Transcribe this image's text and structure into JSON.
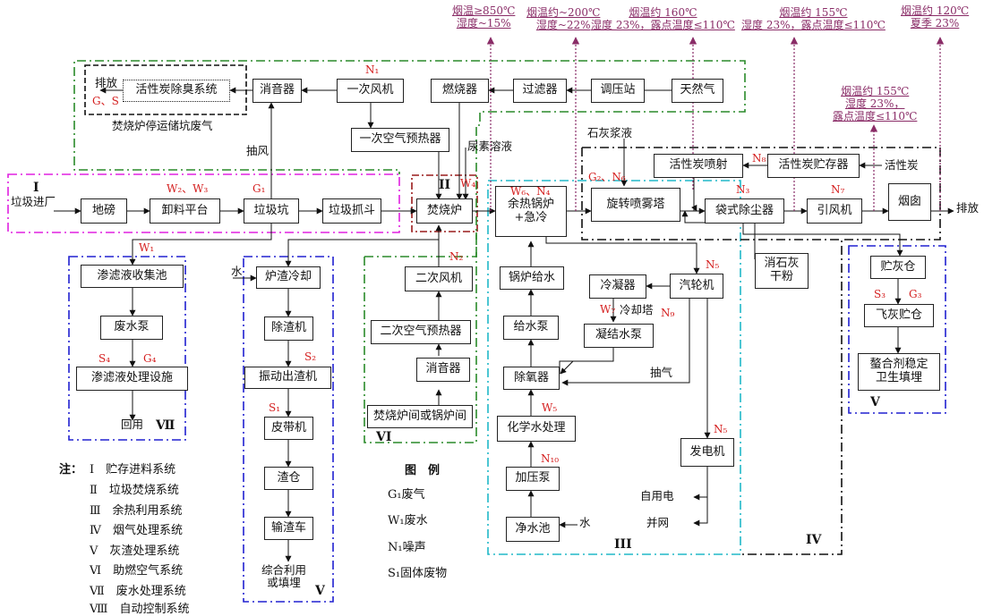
{
  "boxes": {
    "dibang": "地磅",
    "xieliao": "卸料平台",
    "lajikeng": "垃圾坑",
    "zhuadou": "垃圾抓斗",
    "fenshaolu": "焚烧炉",
    "yure": "余热锅炉\n+急冷",
    "xuanzhuan": "旋转喷雾塔",
    "daishi": "袋式除尘器",
    "yinfeng": "引风机",
    "yancong": "烟囱",
    "huoxingtan_penshe": "活性炭喷射",
    "huoxingtan_zhucun": "活性炭贮存器",
    "xiaoyinqi": "消音器",
    "yici_fengji": "一次风机",
    "ranshaoqi": "燃烧器",
    "guolvqi": "过滤器",
    "tiaoya": "调压站",
    "tianranqi": "天然气",
    "yici_yure": "一次空气预热器",
    "huoxingtan_chuchou": "活性炭除臭系统",
    "shentou_ji": "渗滤液收集池",
    "feishui_beng": "废水泵",
    "shentou_chuli": "渗滤液处理设施",
    "luzha_lengque": "炉渣冷却",
    "chuzha": "除渣机",
    "zhendong": "振动出渣机",
    "pidai": "皮带机",
    "zhacang": "渣仓",
    "shuzha": "输渣车",
    "erci_fengji": "二次风机",
    "erci_yure": "二次空气预热器",
    "xiaoyin2": "消音器",
    "lujian": "焚烧炉间或锅炉间",
    "guolu_geishui": "锅炉给水",
    "geishui_beng": "给水泵",
    "chuyang": "除氧器",
    "huaxue": "化学水处理",
    "jiaya": "加压泵",
    "jingshui": "净水池",
    "lengning": "冷凝器",
    "ningjie": "凝结水泵",
    "qilunji": "汽轮机",
    "fadianji": "发电机",
    "xiaoshihui": "消石灰\n干粉",
    "zhuihui": "贮灰仓",
    "feihui": "飞灰贮仓",
    "aohe": "螯合剂稳定\n卫生填埋"
  },
  "texts": {
    "laji_jinchang": "垃圾进厂",
    "paifang_left": "排放",
    "paifang_right": "排放",
    "g_s": "G、S",
    "tingyun": "焚烧炉停运储坑废气",
    "choufeng": "抽风",
    "niaosu": "尿素溶液",
    "shihui_jiang": "石灰浆液",
    "huoxingtan": "活性炭",
    "shui1": "水",
    "shui2": "水",
    "chouqi": "抽气",
    "lengque_ta": "冷却塔",
    "ziyongdian": "自用电",
    "bingwang": "并网",
    "huiyong": "回用",
    "zonghe": "综合利用\n或填埋"
  },
  "labels": {
    "N1": "N₁",
    "W2W3": "W₂、W₃",
    "G1": "G₁",
    "W1": "W₁",
    "S4": "S₄",
    "G4": "G₄",
    "S2": "S₂",
    "S1": "S₁",
    "N2": "N₂",
    "W4": "W₄",
    "W6N4": "W₆、N₄",
    "G2N6": "G₂、N₆",
    "N8": "N₈",
    "N3": "N₃",
    "N7": "N₇",
    "N5a": "N₅",
    "W7": "W₇",
    "N9": "N₉",
    "W5": "W₅",
    "N10": "N₁₀",
    "N5b": "N₅",
    "S3": "S₃",
    "G3": "G₃"
  },
  "annotations": [
    {
      "l1": "烟温≥850℃",
      "l2": "湿度~15%"
    },
    {
      "l1": "烟温约~200℃",
      "l2": "湿度~22%"
    },
    {
      "l1": "烟温约 160℃",
      "l2": "湿度 23%，露点温度≤110℃"
    },
    {
      "l1": "烟温约 155℃",
      "l2": "湿度 23%，露点温度≤110℃"
    },
    {
      "l1": "烟温约 120℃",
      "l2": "夏季 23%"
    },
    {
      "l1": "烟温约 155℃",
      "l2": "湿度 23%，",
      "l3": "露点温度≤110℃"
    }
  ],
  "systems": {
    "I": "I",
    "II": "II",
    "III": "III",
    "IV": "IV",
    "V1": "V",
    "V2": "V",
    "VI": "VI",
    "VII": "Ⅶ"
  },
  "legend": {
    "title": "图　例",
    "items": [
      "G₁废气",
      "W₁废水",
      "N₁噪声",
      "S₁固体废物"
    ]
  },
  "notes": {
    "head": "注：",
    "items": [
      "Ⅰ　贮存进料系统",
      "Ⅱ　垃圾焚烧系统",
      "Ⅲ　余热利用系统",
      "Ⅳ　烟气处理系统",
      "Ⅴ　灰渣处理系统",
      "Ⅵ　助燃空气系统",
      "Ⅶ　废水处理系统",
      "Ⅷ　自动控制系统"
    ]
  },
  "colors": {
    "red": "#d41e1e",
    "purple": "#8a2c67",
    "magenta": "#e020e0",
    "green": "#2a8a2a",
    "blue": "#2020d0",
    "brown": "#9a1c1c",
    "cyan": "#20b8c8",
    "black": "#111111"
  }
}
